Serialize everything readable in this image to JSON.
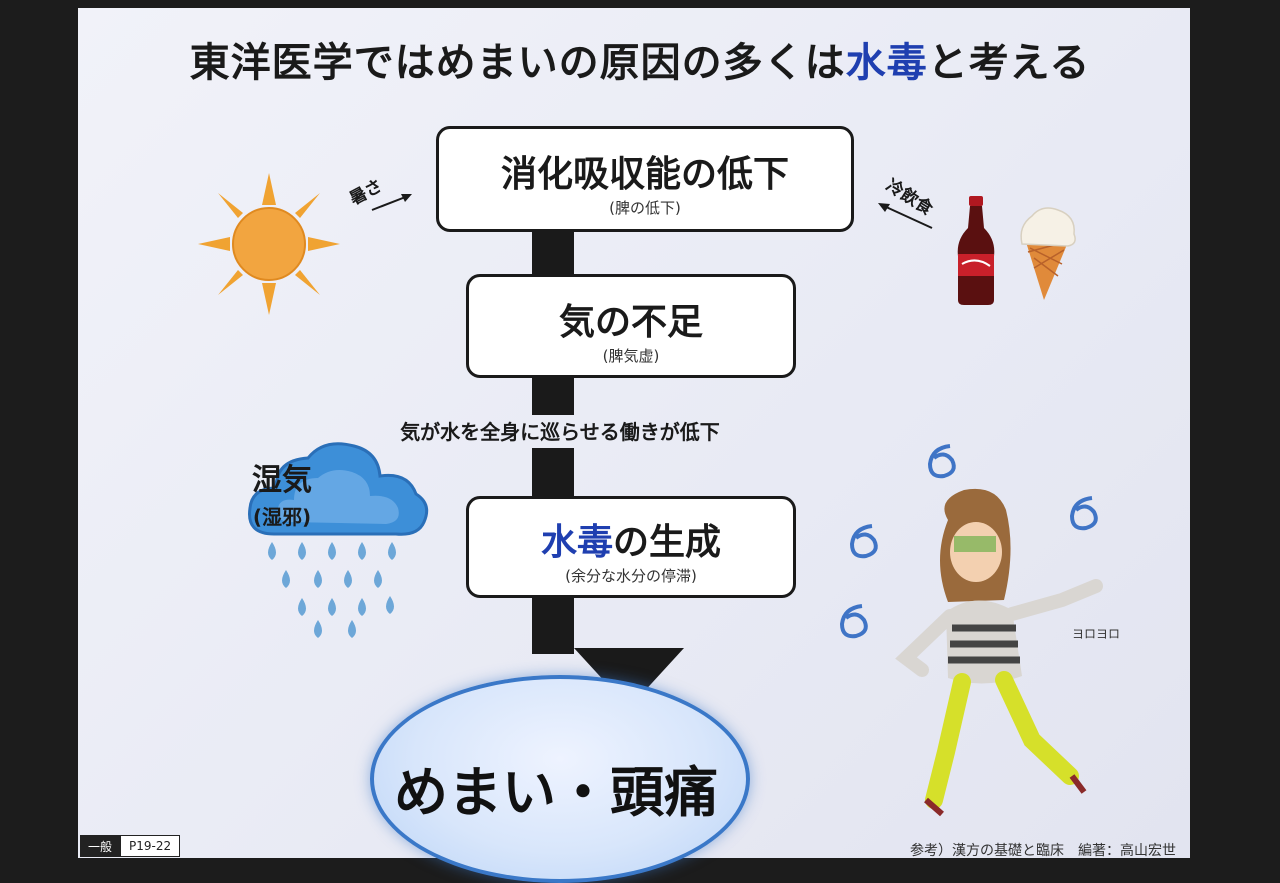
{
  "title": {
    "prefix": "東洋医学ではめまいの原因の多くは",
    "highlight": "水毒",
    "suffix": "と考える"
  },
  "flow": [
    {
      "main": "消化吸収能の低下",
      "sub": "(脾の低下)"
    },
    {
      "main": "気の不足",
      "sub": "(脾気虚)"
    },
    {
      "main_highlight": "水毒",
      "main_suffix": "の生成",
      "sub": "(余分な水分の停滞)"
    }
  ],
  "middle_note": "気が水を全身に巡らせる働きが低下",
  "result": "めまい・頭痛",
  "side_causes": {
    "left": "暑さ",
    "right": "冷飲食"
  },
  "cloud": {
    "label": "湿気",
    "sub": "(湿邪)"
  },
  "footer": {
    "tag_left": "一般",
    "tag_right": "P19-22",
    "credit": "参考）漢方の基礎と臨床　編著：高山宏世"
  },
  "colors": {
    "accent": "#1f3fb0",
    "arrow": "#1a1a1a",
    "sun": "#f0a332",
    "cloud": "#3d8fd8",
    "result_ring": "#3a78c8"
  }
}
